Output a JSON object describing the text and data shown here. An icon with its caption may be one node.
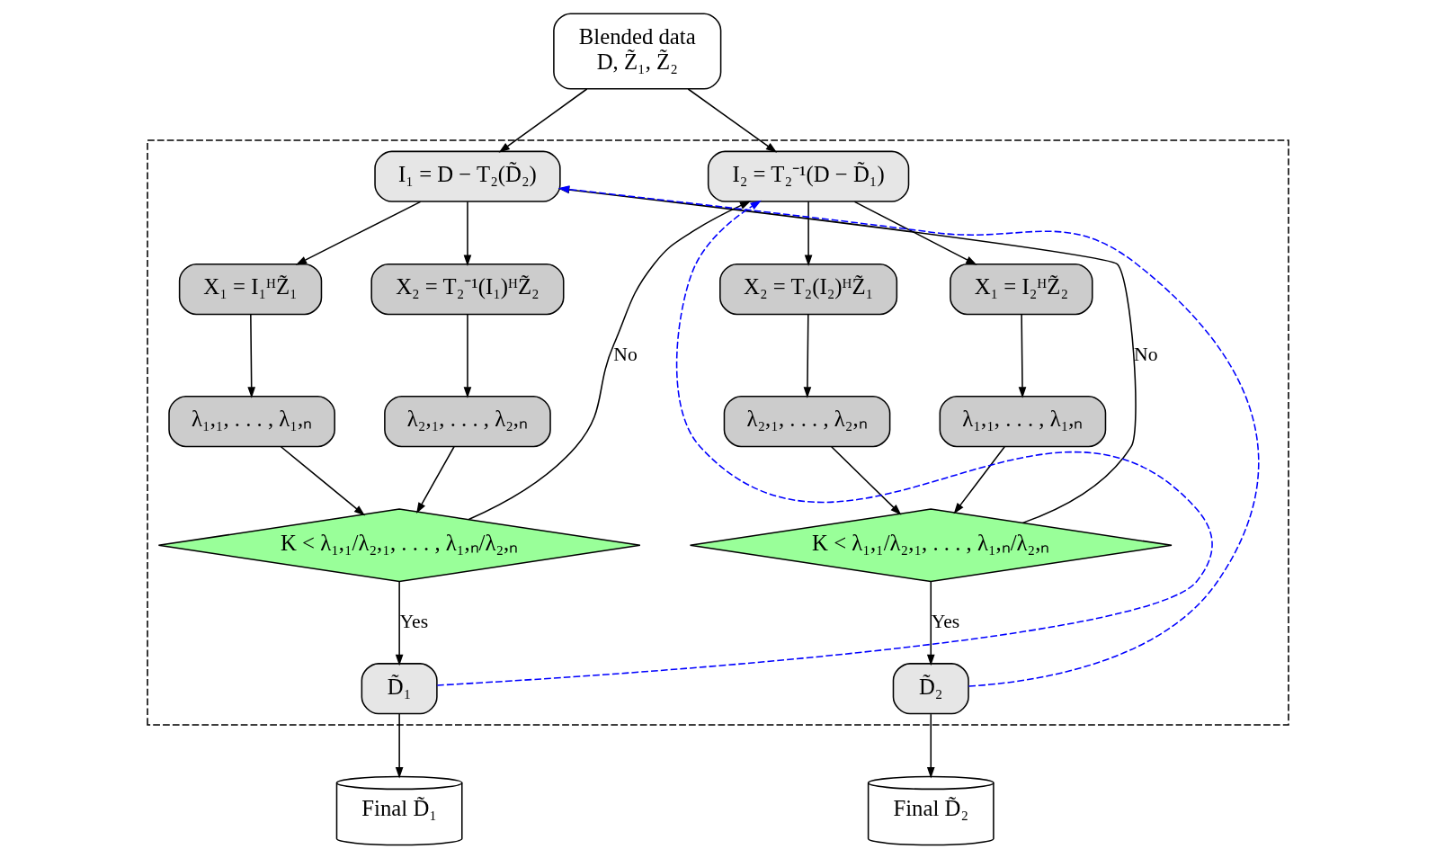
{
  "diagram": {
    "nodes": [
      {
        "text": [
          "Blended data",
          "D, Z̃₁, Z̃₂"
        ]
      },
      {
        "text": [],
        "shape": "box"
      },
      {
        "text": [
          "I₁ = D − T₂(D̃₂)"
        ],
        "in": 1
      },
      {
        "text": [
          "I₂ = T₂⁻¹(D − D̃₁)"
        ],
        "in": 1
      },
      {
        "text": [
          "X₁ = I₁ᴴZ̃₁"
        ],
        "in": 1
      },
      {
        "text": [
          "X₂ = T₂⁻¹(I₁)ᴴZ̃₂"
        ],
        "in": 1
      },
      {
        "text": [
          "X₂ = T₂(I₂)ᴴZ̃₁"
        ],
        "in": 1
      },
      {
        "text": [
          "X₁ = I₂ᴴZ̃₂"
        ],
        "in": 1
      },
      {
        "text": [
          "λ₁,₁, . . . , λ₁,ₙ"
        ],
        "in": 1
      },
      {
        "text": [
          "λ₂,₁, . . . , λ₂,ₙ"
        ],
        "in": 1
      },
      {
        "text": [
          "λ₂,₁, . . . , λ₂,ₙ"
        ],
        "in": 1
      },
      {
        "text": [
          "λ₁,₁, . . . , λ₁,ₙ"
        ],
        "in": 1
      },
      {
        "text": [
          "K < λ₁,₁/λ₂,₁, . . . , λ₁,ₙ/λ₂,ₙ"
        ],
        "in": 1
      },
      {
        "text": [
          "K < λ₁,₁/λ₂,₁, . . . , λ₁,ₙ/λ₂,ₙ"
        ],
        "in": 1
      },
      {
        "text": [
          "D̃₁"
        ],
        "in": 1
      },
      {
        "text": [
          "D̃₂"
        ],
        "in": 1
      },
      {
        "text": [
          "Final D̃₁"
        ]
      },
      {
        "text": [
          "Final D̃₂"
        ]
      }
    ],
    "edges": [
      {
        "from": 0,
        "to": 2,
        "arrow": "to"
      },
      {
        "from": 0,
        "to": 3,
        "arrow": "to"
      },
      {
        "from": 2,
        "to": 4,
        "arrow": "to"
      },
      {
        "from": 2,
        "to": 5,
        "arrow": "to"
      },
      {
        "from": 3,
        "to": 6,
        "arrow": "to"
      },
      {
        "from": 3,
        "to": 7,
        "arrow": "to"
      },
      {
        "from": 4,
        "to": 8,
        "arrow": "to"
      },
      {
        "from": 5,
        "to": 9,
        "arrow": "to"
      },
      {
        "from": 6,
        "to": 10,
        "arrow": "to"
      },
      {
        "from": 7,
        "to": 11,
        "arrow": "to"
      },
      {
        "from": 8,
        "to": 12,
        "arrow": "to"
      },
      {
        "from": 9,
        "to": 12,
        "arrow": "to"
      },
      {
        "from": 10,
        "to": 13,
        "arrow": "to"
      },
      {
        "from": 11,
        "to": 13,
        "arrow": "to"
      },
      {
        "from": 12,
        "to": 3,
        "arrow": "to",
        "label": "No"
      },
      {
        "from": 13,
        "to": 2,
        "arrow": "to",
        "label": "No"
      },
      {
        "from": 12,
        "to": 14,
        "arrow": "to",
        "label": "Yes"
      },
      {
        "from": 13,
        "to": 15,
        "arrow": "to",
        "label": "Yes"
      },
      {
        "from": 14,
        "to": 3,
        "arrow": "to",
        "style": "dashed",
        "color": "#0000ff"
      },
      {
        "from": 15,
        "to": 2,
        "arrow": "to",
        "style": "dashed",
        "color": "#0000ff"
      },
      {
        "from": 14,
        "to": 16,
        "arrow": "to"
      },
      {
        "from": 15,
        "to": 17,
        "arrow": "to"
      }
    ]
  }
}
